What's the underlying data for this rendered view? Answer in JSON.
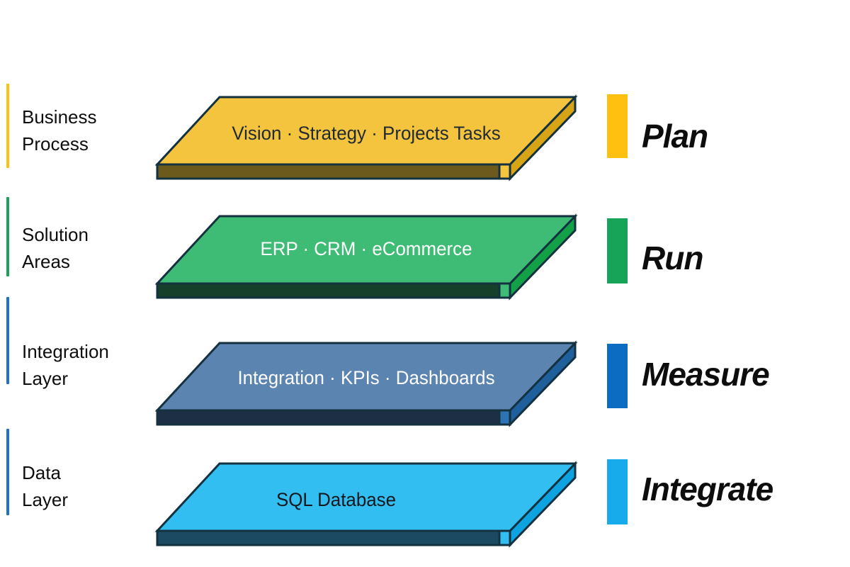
{
  "page": {
    "background": "#FFFFFF",
    "outline_color": "#14313F"
  },
  "diagram": {
    "layers": [
      {
        "name": "business-process",
        "left_label_lines": [
          "Business",
          "Process"
        ],
        "plate_text": "Vision · Strategy · Projects Tasks",
        "right_label": "Plan",
        "colors": {
          "left_line": "#FFC010",
          "plate_top": "#F5C43E",
          "plate_side": "#D6A414",
          "plate_front": "#6C5A1C",
          "plate_sliver": "#F5C43E",
          "plate_text": "#212B33",
          "accent_bar": "#FFC010",
          "right_label": "#0D0D0D"
        }
      },
      {
        "name": "solution-areas",
        "left_label_lines": [
          "Solution",
          "Areas"
        ],
        "plate_text": "ERP ·  CRM ·  eCommerce",
        "right_label": "Run",
        "colors": {
          "left_line": "#17A458",
          "plate_top": "#3EBB74",
          "plate_side": "#12A147",
          "plate_front": "#17402A",
          "plate_sliver": "#3EBB74",
          "plate_text": "#FFFFFF",
          "accent_bar": "#17A458",
          "right_label": "#0D0D0D"
        }
      },
      {
        "name": "integration-layer",
        "left_label_lines": [
          "Integration",
          "Layer"
        ],
        "plate_text": "Integration · KPIs · Dashboards",
        "right_label": "Measure",
        "colors": {
          "left_line": "#1E73C8",
          "plate_top": "#5C84B1",
          "plate_side": "#1E5F9C",
          "plate_front": "#1C2F45",
          "plate_sliver": "#2E74B5",
          "plate_text": "#FFFFFF",
          "accent_bar": "#0B6CC1",
          "right_label": "#0D0D0D"
        }
      },
      {
        "name": "data-layer",
        "left_label_lines": [
          "Data",
          "Layer"
        ],
        "plate_text": "SQL Database",
        "right_label": "Integrate",
        "colors": {
          "left_line": "#1E73C8",
          "plate_top": "#33BEF2",
          "plate_side": "#0DA2E0",
          "plate_front": "#1D4A63",
          "plate_sliver": "#33BEF2",
          "plate_text": "#14181C",
          "accent_bar": "#18ABEC",
          "right_label": "#0D0D0D"
        }
      }
    ]
  }
}
